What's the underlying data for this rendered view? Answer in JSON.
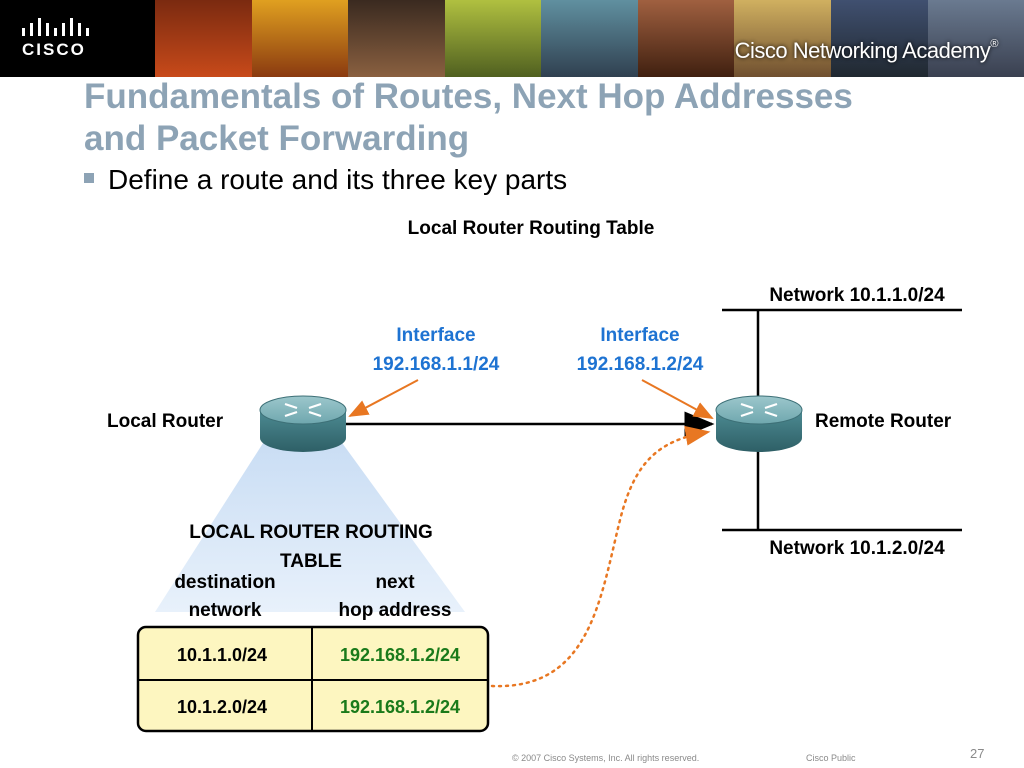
{
  "header": {
    "logo_text": "CISCO",
    "academy_text": "Cisco Networking Academy",
    "academy_mark": "®"
  },
  "slide": {
    "title_line1": "Fundamentals of Routes, Next Hop Addresses",
    "title_line2": "and Packet Forwarding",
    "bullet": "Define a route and its three key parts"
  },
  "diagram": {
    "heading": "Local Router Routing Table",
    "local_router": "Local Router",
    "remote_router": "Remote Router",
    "interface_left": {
      "label": "Interface",
      "address": "192.168.1.1/24"
    },
    "interface_right": {
      "label": "Interface",
      "address": "192.168.1.2/24"
    },
    "network_top": "Network 10.1.1.0/24",
    "network_bottom": "Network 10.1.2.0/24",
    "table_title_line1": "LOCAL ROUTER ROUTING",
    "table_title_line2": "TABLE",
    "col1_line1": "destination",
    "col1_line2": "network",
    "col2_line1": "next",
    "col2_line2": "hop address",
    "rows": [
      {
        "destination": "10.1.1.0/24",
        "next_hop": "192.168.1.2/24"
      },
      {
        "destination": "10.1.2.0/24",
        "next_hop": "192.168.1.2/24"
      }
    ]
  },
  "footer": {
    "copyright": "© 2007 Cisco Systems, Inc. All rights reserved.",
    "classification": "Cisco Public",
    "page_number": "27"
  },
  "colors": {
    "title": "#8da3b5",
    "interface_blue": "#1e73d2",
    "next_hop_green": "#1a7a1a",
    "arrow_orange": "#e87722",
    "table_fill": "#fdf6c0",
    "router_teal": "#5f9ea6"
  }
}
